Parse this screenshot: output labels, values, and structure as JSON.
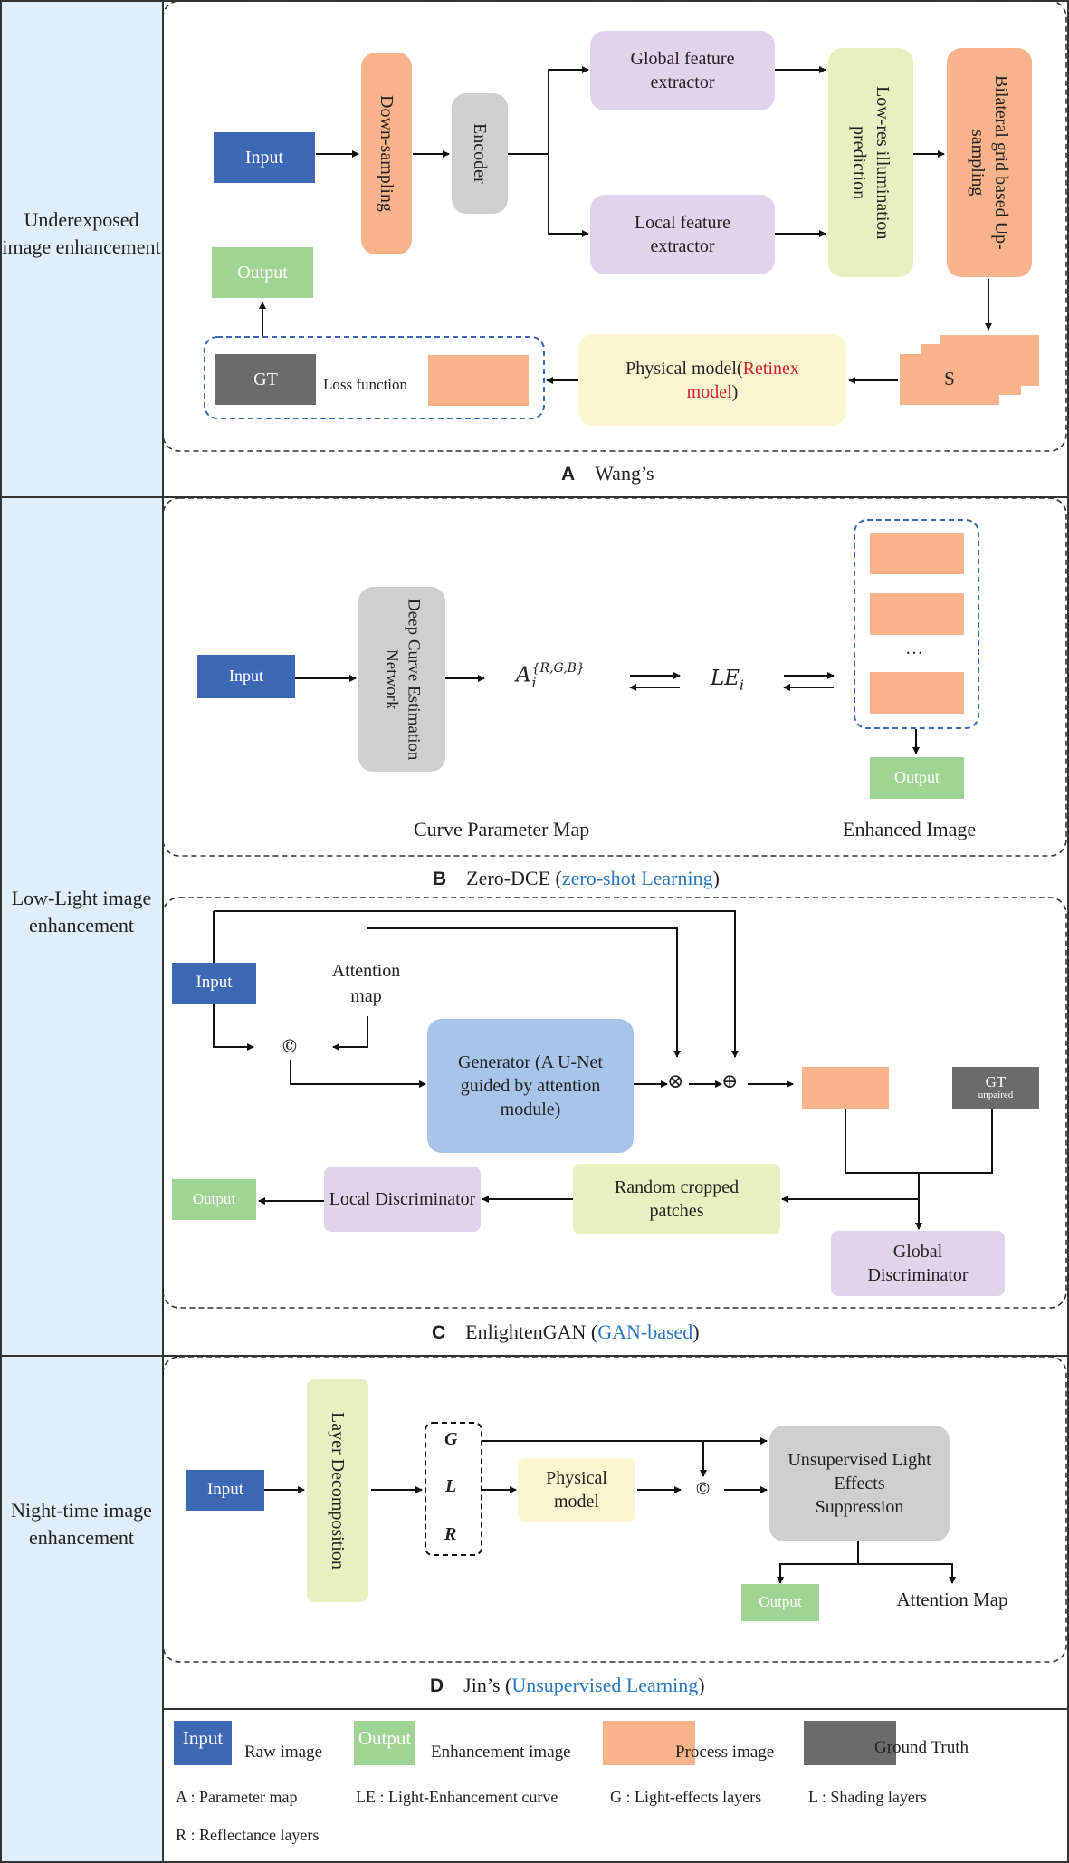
{
  "side_labels": {
    "underexposed": "Underexposed image enhancement",
    "low_light": "Low-Light image enhancement",
    "night_time": "Night-time image enhancement"
  },
  "panel_a": {
    "letter": "A",
    "caption": "Wang’s",
    "input": "Input",
    "down_sampling": "Down-sampling",
    "encoder": "Encoder",
    "global_feature": "Global feature extractor",
    "local_feature": "Local feature extractor",
    "low_res": "Low-res illumination prediction",
    "bilateral": "Bilateral grid based Up-sampling",
    "s": "S",
    "physical_model_prefix": "Physical model(",
    "retinex": "Retinex model",
    "physical_model_suffix": ")",
    "loss_function": "Loss function",
    "gt": "GT",
    "output": "Output"
  },
  "panel_b": {
    "letter": "B",
    "caption_main": "Zero-DCE (",
    "caption_highlight": "zero-shot Learning",
    "caption_end": ")",
    "input": "Input",
    "network": "Deep Curve Estimation Network",
    "param_base": "A",
    "param_sup": "{R,G,B}",
    "param_sub": "i",
    "le_base": "LE",
    "le_sub": "i",
    "ellipsis": "…",
    "output": "Output",
    "curve_param_map": "Curve Parameter Map",
    "enhanced_image": "Enhanced Image"
  },
  "panel_c": {
    "letter": "C",
    "caption_main": "EnlightenGAN (",
    "caption_highlight": "GAN-based",
    "caption_end": ")",
    "input": "Input",
    "attention_map": "Attention map",
    "concat": "©",
    "generator": "Generator (A U-Net guided by attention module)",
    "otimes": "⊗",
    "oplus": "⊕",
    "gt": "GT",
    "gt_sub": "unpaired",
    "random_patches": "Random cropped patches",
    "local_disc": "Local Discriminator",
    "global_disc": "Global Discriminator",
    "output": "Output"
  },
  "panel_d": {
    "letter": "D",
    "caption_main": "Jin’s (",
    "caption_highlight": "Unsupervised Learning",
    "caption_end": ")",
    "input": "Input",
    "layer_decomp": "Layer Decomposition",
    "g": "G",
    "l": "L",
    "r": "R",
    "physical_model": "Physical model",
    "concat": "©",
    "suppression": "Unsupervised Light Effects Suppression",
    "output": "Output",
    "attention_map": "Attention Map"
  },
  "legend": {
    "input_label": "Input",
    "raw_image": "Raw image",
    "output_label": "Output",
    "enhancement_image": "Enhancement image",
    "process_image": "Process image",
    "ground_truth": "Ground Truth",
    "def_a": "A : Parameter map",
    "def_le": "LE : Light-Enhancement curve",
    "def_g": "G : Light-effects layers",
    "def_l": "L : Shading layers",
    "def_r": "R : Reflectance layers"
  },
  "colors": {
    "sidebar": "#dfeef8",
    "raw_image": "#3d68b4",
    "enhancement_image": "#9fd492",
    "process_image": "#f8b38b",
    "ground_truth": "#6b6b6b",
    "highlight_red": "#d0202a",
    "highlight_blue": "#2a78c2"
  }
}
